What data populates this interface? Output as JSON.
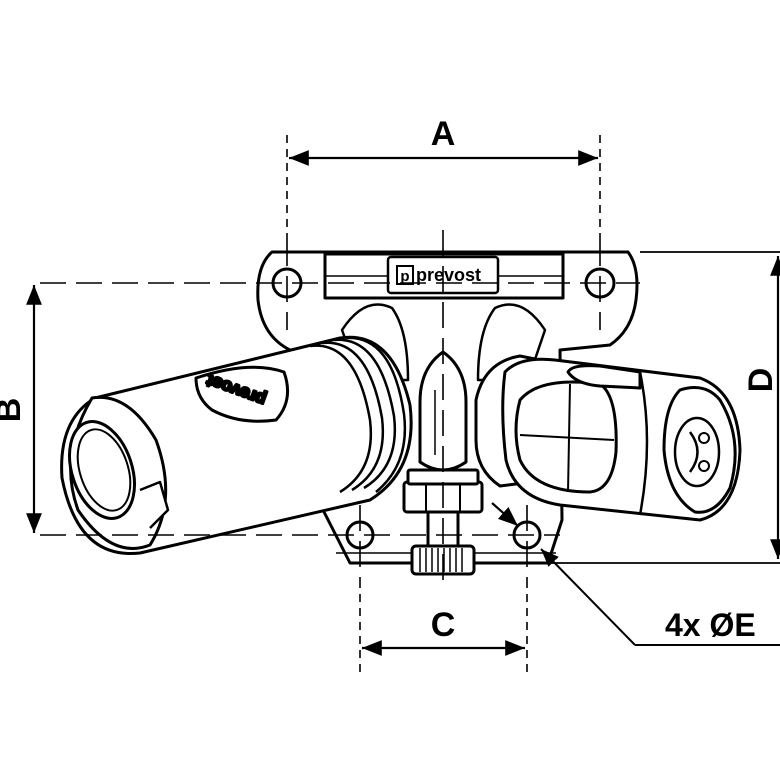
{
  "drawing": {
    "brand_name": "prevost",
    "brand_badge": "p",
    "coupler_logo": "prevost",
    "dimensions": {
      "a": "A",
      "b": "B",
      "c": "C",
      "d": "D",
      "e": "4x ØE"
    }
  },
  "colors": {
    "line": "#000000",
    "background": "#ffffff",
    "fill": "#ffffff"
  }
}
